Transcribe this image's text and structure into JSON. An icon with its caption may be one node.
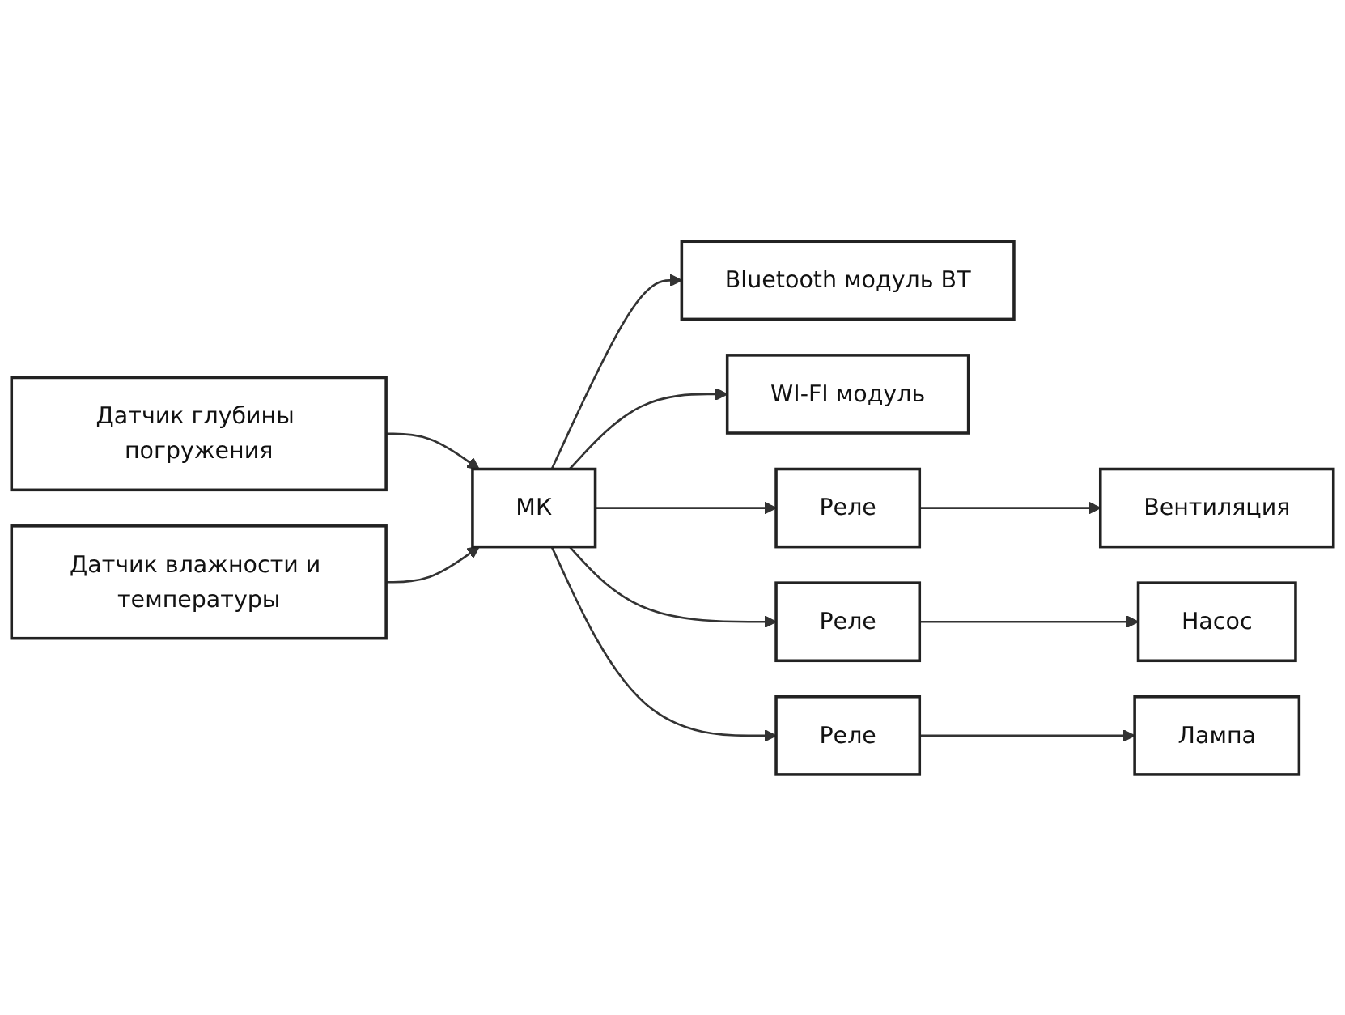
{
  "diagram": {
    "nodes": [
      {
        "text": [
          "Датчик глубины погружения"
        ]
      },
      {
        "text": [
          "Датчик влажности и температуры"
        ]
      },
      {
        "text": [
          "МК"
        ]
      },
      {
        "text": [
          "Bluetooth модуль BT"
        ]
      },
      {
        "text": [
          "WI-FI модуль"
        ]
      },
      {
        "text": [
          "Реле"
        ]
      },
      {
        "text": [
          "Вентиляция"
        ]
      },
      {
        "text": [
          "Реле"
        ]
      },
      {
        "text": [
          "Насос"
        ]
      },
      {
        "text": [
          "Реле"
        ]
      },
      {
        "text": [
          "Лампа"
        ]
      }
    ],
    "edges": [
      {
        "from": 0,
        "to": 2,
        "arrow": "to"
      },
      {
        "from": 1,
        "to": 2,
        "arrow": "to"
      },
      {
        "from": 2,
        "to": 3,
        "arrow": "to"
      },
      {
        "from": 2,
        "to": 4,
        "arrow": "to"
      },
      {
        "from": 2,
        "to": 5,
        "arrow": "to"
      },
      {
        "from": 5,
        "to": 6,
        "arrow": "to"
      },
      {
        "from": 2,
        "to": 7,
        "arrow": "to"
      },
      {
        "from": 7,
        "to": 8,
        "arrow": "to"
      },
      {
        "from": 2,
        "to": 9,
        "arrow": "to"
      },
      {
        "from": 9,
        "to": 10,
        "arrow": "to"
      }
    ]
  }
}
